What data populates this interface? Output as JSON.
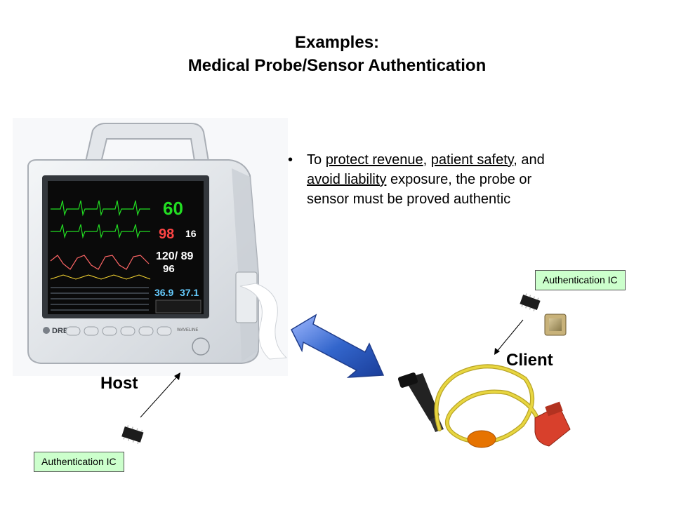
{
  "slide": {
    "title_line1": "Examples:",
    "title_line2": "Medical Probe/Sensor Authentication",
    "bullet": {
      "marker": "•",
      "t1": "To ",
      "u1": "protect revenue",
      "t2": ", ",
      "u2": "patient safety",
      "t3": ", and ",
      "u3": "avoid liability",
      "t4": " exposure, the probe or sensor must be proved authentic"
    },
    "host_label": "Host",
    "client_label": "Client",
    "auth_ic_top": "Authentication IC",
    "auth_ic_bottom": "Authentication IC",
    "monitor": {
      "brand": "DRE",
      "model": "WAVELINE",
      "hr": "60",
      "spo2": "98",
      "pr": "16",
      "nibp": "120/ 89",
      "nibp_mean": "96",
      "temp1": "36.9",
      "temp2": "37.1"
    }
  },
  "colors": {
    "tag_fill": "#ccffcc",
    "arrow_fill": "#3366cc",
    "cable_yellow": "#e8d640",
    "hr_green": "#22dd22",
    "spo2_red": "#ff4444",
    "screen_bg": "#0a0a0a"
  }
}
